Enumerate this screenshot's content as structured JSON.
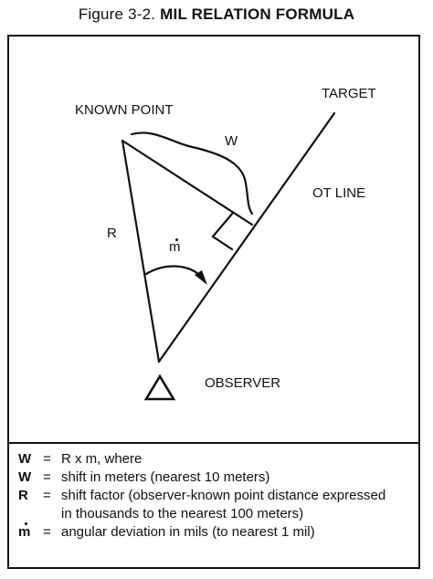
{
  "figure": {
    "number": "Figure 3-2.",
    "title": "MIL RELATION FORMULA"
  },
  "labels": {
    "target": "TARGET",
    "known_point": "KNOWN POINT",
    "w": "W",
    "ot_line": "OT LINE",
    "r": "R",
    "m": "m",
    "observer": "OBSERVER"
  },
  "legend": {
    "formula": {
      "symbol": "W",
      "eq": "=",
      "text": "R x m, where"
    },
    "items": [
      {
        "symbol": "W",
        "eq": "=",
        "text": "shift in meters (nearest 10 meters)"
      },
      {
        "symbol": "R",
        "eq": "=",
        "text": "shift factor (observer-known point distance expressed",
        "cont": "in thousands to the nearest 100 meters)"
      },
      {
        "symbol": "m",
        "eq": "=",
        "text": "angular deviation in mils (to nearest 1 mil)"
      }
    ]
  }
}
